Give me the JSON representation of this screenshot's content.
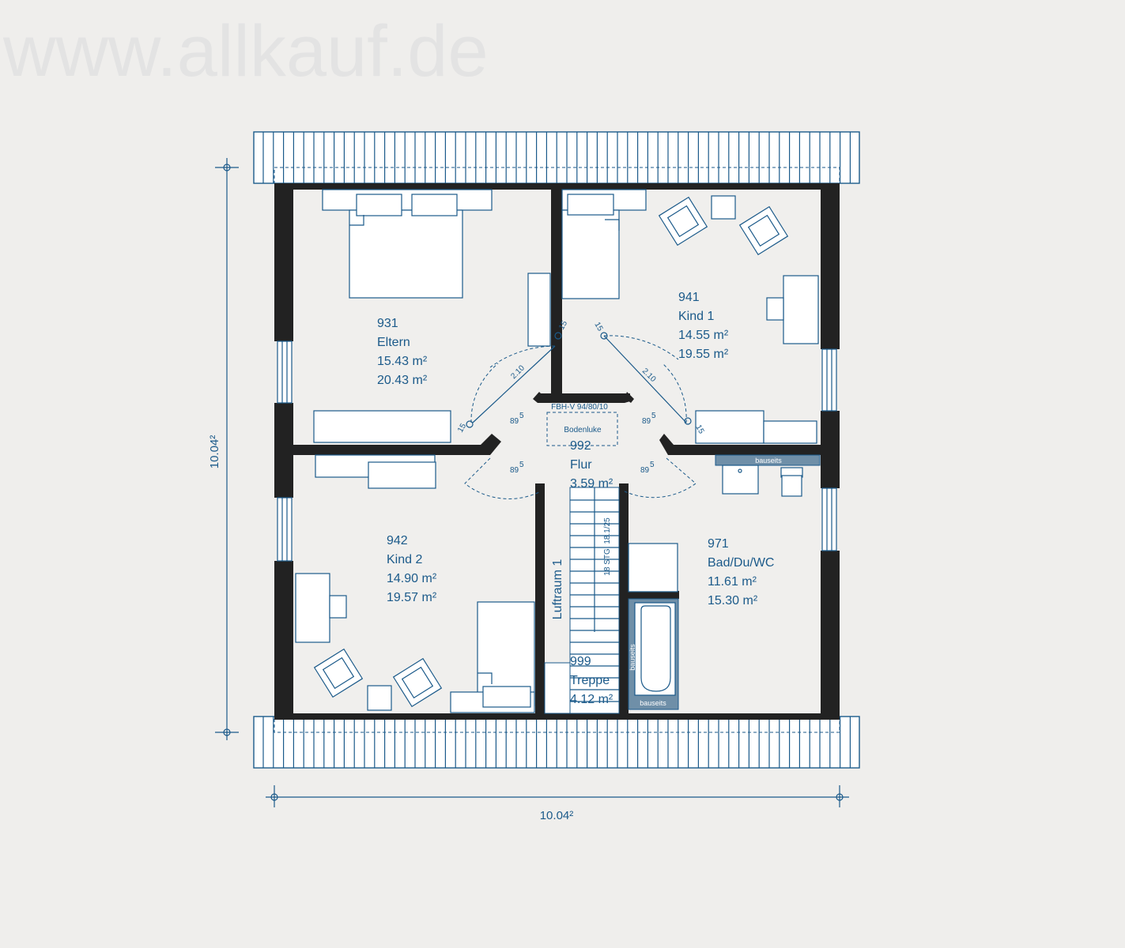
{
  "watermark": "www.allkauf.de",
  "dimensions": {
    "vertical": "10.04²",
    "horizontal": "10.04²"
  },
  "rooms": {
    "eltern": {
      "number": "931",
      "name": "Eltern",
      "area1": "15.43 m²",
      "area2": "20.43 m²"
    },
    "kind1": {
      "number": "941",
      "name": "Kind 1",
      "area1": "14.55 m²",
      "area2": "19.55 m²"
    },
    "kind2": {
      "number": "942",
      "name": "Kind 2",
      "area1": "14.90 m²",
      "area2": "19.57 m²"
    },
    "bad": {
      "number": "971",
      "name": "Bad/Du/WC",
      "area1": "11.61 m²",
      "area2": "15.30 m²"
    },
    "flur": {
      "number": "992",
      "name": "Flur",
      "area1": "3.59 m²"
    },
    "treppe": {
      "number": "999",
      "name": "Treppe",
      "area1": "4.12 m²"
    }
  },
  "labels": {
    "fbh": "FBH-V 94/80/10",
    "bodenluke": "Bodenluke",
    "luftraum": "Luftraum 1",
    "stairs": "18 STG. 18.1/25",
    "bauseits_top": "bauseits",
    "bauseits_side": "bauseits",
    "bauseits_bottom": "bauseits"
  },
  "door_marks": {
    "d89_1": "89",
    "d89_2": "89",
    "d89_3": "89",
    "d89_4": "89",
    "sup": "5",
    "d210_a": "2.10",
    "d210_b": "2.10",
    "d15_a": "15",
    "d15_b": "15",
    "d15_c": "15",
    "d15_d": "15"
  },
  "colors": {
    "wall": "#222222",
    "line": "#1b5a8a",
    "bauseits_fill": "#6f8fa8",
    "background": "#efeeec"
  }
}
